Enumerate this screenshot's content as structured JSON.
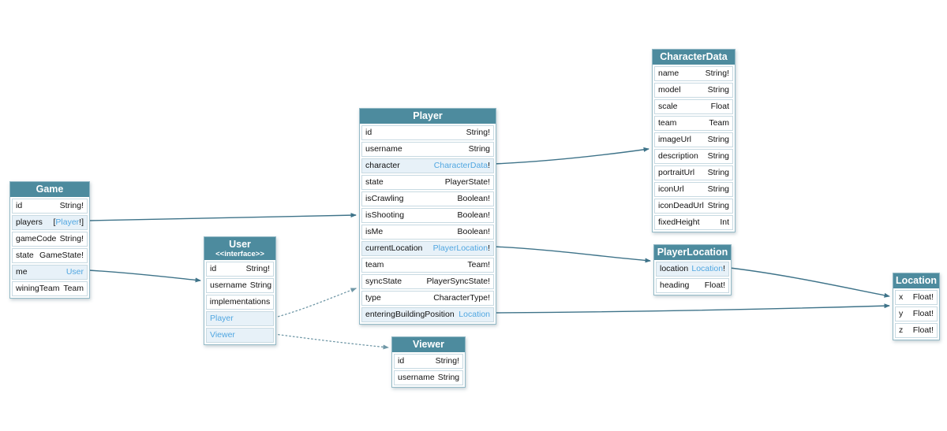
{
  "diagram": {
    "colors": {
      "background": "#ffffff",
      "header_bg": "#4d8b9e",
      "header_text": "#ffffff",
      "row_highlight": "#e7f1f8",
      "row_border": "#c8dae2",
      "link_blue": "#51a7e1",
      "edge_solid": "#3e7389",
      "edge_dotted": "#6f97a6"
    },
    "tables": [
      {
        "title": "Game",
        "subtitle": "",
        "fields": [
          {
            "name": "id",
            "kind": "field",
            "type_prefix": "",
            "type_core": "String!",
            "type_suffix": "",
            "link": false,
            "highlight": false
          },
          {
            "name": "players",
            "kind": "field",
            "type_prefix": "[",
            "type_core": "Player",
            "type_suffix": "!]",
            "link": true,
            "highlight": true
          },
          {
            "name": "gameCode",
            "kind": "field",
            "type_prefix": "",
            "type_core": "String!",
            "type_suffix": "",
            "link": false,
            "highlight": false
          },
          {
            "name": "state",
            "kind": "field",
            "type_prefix": "",
            "type_core": "GameState!",
            "type_suffix": "",
            "link": false,
            "highlight": false
          },
          {
            "name": "me",
            "kind": "field",
            "type_prefix": "",
            "type_core": "User",
            "type_suffix": "",
            "link": true,
            "highlight": true
          },
          {
            "name": "winingTeam",
            "kind": "field",
            "type_prefix": "",
            "type_core": "Team",
            "type_suffix": "",
            "link": false,
            "highlight": false
          }
        ]
      },
      {
        "title": "User",
        "subtitle": "<<interface>>",
        "fields": [
          {
            "name": "id",
            "kind": "field",
            "type_prefix": "",
            "type_core": "String!",
            "type_suffix": "",
            "link": false,
            "highlight": false
          },
          {
            "name": "username",
            "kind": "field",
            "type_prefix": "",
            "type_core": "String",
            "type_suffix": "",
            "link": false,
            "highlight": false
          },
          {
            "name": "implementations",
            "kind": "section",
            "highlight": false
          },
          {
            "name": "Player",
            "kind": "typelink",
            "highlight": true
          },
          {
            "name": "Viewer",
            "kind": "typelink",
            "highlight": true
          }
        ]
      },
      {
        "title": "Player",
        "subtitle": "",
        "fields": [
          {
            "name": "id",
            "kind": "field",
            "type_prefix": "",
            "type_core": "String!",
            "type_suffix": "",
            "link": false,
            "highlight": false
          },
          {
            "name": "username",
            "kind": "field",
            "type_prefix": "",
            "type_core": "String",
            "type_suffix": "",
            "link": false,
            "highlight": false
          },
          {
            "name": "character",
            "kind": "field",
            "type_prefix": "",
            "type_core": "CharacterData",
            "type_suffix": "!",
            "link": true,
            "highlight": true
          },
          {
            "name": "state",
            "kind": "field",
            "type_prefix": "",
            "type_core": "PlayerState!",
            "type_suffix": "",
            "link": false,
            "highlight": false
          },
          {
            "name": "isCrawling",
            "kind": "field",
            "type_prefix": "",
            "type_core": "Boolean!",
            "type_suffix": "",
            "link": false,
            "highlight": false
          },
          {
            "name": "isShooting",
            "kind": "field",
            "type_prefix": "",
            "type_core": "Boolean!",
            "type_suffix": "",
            "link": false,
            "highlight": false
          },
          {
            "name": "isMe",
            "kind": "field",
            "type_prefix": "",
            "type_core": "Boolean!",
            "type_suffix": "",
            "link": false,
            "highlight": false
          },
          {
            "name": "currentLocation",
            "kind": "field",
            "type_prefix": "",
            "type_core": "PlayerLocation",
            "type_suffix": "!",
            "link": true,
            "highlight": true
          },
          {
            "name": "team",
            "kind": "field",
            "type_prefix": "",
            "type_core": "Team!",
            "type_suffix": "",
            "link": false,
            "highlight": false
          },
          {
            "name": "syncState",
            "kind": "field",
            "type_prefix": "",
            "type_core": "PlayerSyncState!",
            "type_suffix": "",
            "link": false,
            "highlight": false
          },
          {
            "name": "type",
            "kind": "field",
            "type_prefix": "",
            "type_core": "CharacterType!",
            "type_suffix": "",
            "link": false,
            "highlight": false
          },
          {
            "name": "enteringBuildingPosition",
            "kind": "field",
            "type_prefix": "",
            "type_core": "Location",
            "type_suffix": "",
            "link": true,
            "highlight": true
          }
        ]
      },
      {
        "title": "CharacterData",
        "subtitle": "",
        "fields": [
          {
            "name": "name",
            "kind": "field",
            "type_prefix": "",
            "type_core": "String!",
            "type_suffix": "",
            "link": false,
            "highlight": false
          },
          {
            "name": "model",
            "kind": "field",
            "type_prefix": "",
            "type_core": "String",
            "type_suffix": "",
            "link": false,
            "highlight": false
          },
          {
            "name": "scale",
            "kind": "field",
            "type_prefix": "",
            "type_core": "Float",
            "type_suffix": "",
            "link": false,
            "highlight": false
          },
          {
            "name": "team",
            "kind": "field",
            "type_prefix": "",
            "type_core": "Team",
            "type_suffix": "",
            "link": false,
            "highlight": false
          },
          {
            "name": "imageUrl",
            "kind": "field",
            "type_prefix": "",
            "type_core": "String",
            "type_suffix": "",
            "link": false,
            "highlight": false
          },
          {
            "name": "description",
            "kind": "field",
            "type_prefix": "",
            "type_core": "String",
            "type_suffix": "",
            "link": false,
            "highlight": false
          },
          {
            "name": "portraitUrl",
            "kind": "field",
            "type_prefix": "",
            "type_core": "String",
            "type_suffix": "",
            "link": false,
            "highlight": false
          },
          {
            "name": "iconUrl",
            "kind": "field",
            "type_prefix": "",
            "type_core": "String",
            "type_suffix": "",
            "link": false,
            "highlight": false
          },
          {
            "name": "iconDeadUrl",
            "kind": "field",
            "type_prefix": "",
            "type_core": "String",
            "type_suffix": "",
            "link": false,
            "highlight": false
          },
          {
            "name": "fixedHeight",
            "kind": "field",
            "type_prefix": "",
            "type_core": "Int",
            "type_suffix": "",
            "link": false,
            "highlight": false
          }
        ]
      },
      {
        "title": "PlayerLocation",
        "subtitle": "",
        "fields": [
          {
            "name": "location",
            "kind": "field",
            "type_prefix": "",
            "type_core": "Location",
            "type_suffix": "!",
            "link": true,
            "highlight": true
          },
          {
            "name": "heading",
            "kind": "field",
            "type_prefix": "",
            "type_core": "Float!",
            "type_suffix": "",
            "link": false,
            "highlight": false
          }
        ]
      },
      {
        "title": "Location",
        "subtitle": "",
        "fields": [
          {
            "name": "x",
            "kind": "field",
            "type_prefix": "",
            "type_core": "Float!",
            "type_suffix": "",
            "link": false,
            "highlight": false
          },
          {
            "name": "y",
            "kind": "field",
            "type_prefix": "",
            "type_core": "Float!",
            "type_suffix": "",
            "link": false,
            "highlight": false
          },
          {
            "name": "z",
            "kind": "field",
            "type_prefix": "",
            "type_core": "Float!",
            "type_suffix": "",
            "link": false,
            "highlight": false
          }
        ]
      },
      {
        "title": "Viewer",
        "subtitle": "",
        "fields": [
          {
            "name": "id",
            "kind": "field",
            "type_prefix": "",
            "type_core": "String!",
            "type_suffix": "",
            "link": false,
            "highlight": false
          },
          {
            "name": "username",
            "kind": "field",
            "type_prefix": "",
            "type_core": "String",
            "type_suffix": "",
            "link": false,
            "highlight": false
          }
        ]
      }
    ],
    "edges": [
      {
        "from": "Game.players",
        "to": "Player",
        "style": "solid"
      },
      {
        "from": "Game.me",
        "to": "User",
        "style": "solid"
      },
      {
        "from": "Player.character",
        "to": "CharacterData",
        "style": "solid"
      },
      {
        "from": "Player.currentLocation",
        "to": "PlayerLocation",
        "style": "solid"
      },
      {
        "from": "Player.enteringBuildingPosition",
        "to": "Location",
        "style": "solid"
      },
      {
        "from": "PlayerLocation.location",
        "to": "Location",
        "style": "solid"
      },
      {
        "from": "User.Player",
        "to": "Player",
        "style": "dotted"
      },
      {
        "from": "User.Viewer",
        "to": "Viewer",
        "style": "dotted"
      }
    ]
  }
}
